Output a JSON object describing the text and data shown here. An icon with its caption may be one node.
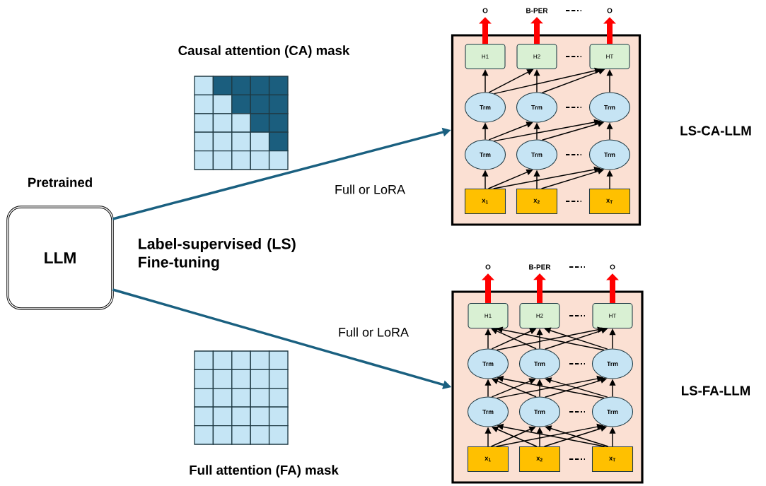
{
  "diagram": {
    "nodes": [
      {
        "text": [
          "LLM"
        ],
        "beside": [
          "Pretrained"
        ]
      },
      {
        "text": [
          "LS-CA-LLM"
        ]
      },
      {
        "text": [
          "O"
        ]
      },
      {
        "text": [
          "B-PER"
        ]
      },
      {
        "text": [
          "O"
        ]
      },
      {
        "text": [
          "H1"
        ],
        "in": 1
      },
      {
        "text": [
          "H2"
        ],
        "in": 1
      },
      {
        "text": [
          "HT"
        ],
        "in": 1
      },
      {
        "text": [
          "Trm"
        ],
        "in": 1
      },
      {
        "text": [
          "Trm"
        ],
        "in": 1
      },
      {
        "text": [
          "Trm"
        ],
        "in": 1
      },
      {
        "text": [
          "Trm"
        ],
        "in": 1
      },
      {
        "text": [
          "Trm"
        ],
        "in": 1
      },
      {
        "text": [
          "Trm"
        ],
        "in": 1
      },
      {
        "text": [
          "x$_{1}$"
        ],
        "in": 1
      },
      {
        "text": [
          "x$_{2}$"
        ],
        "in": 1
      },
      {
        "text": [
          "x$_{T}$"
        ],
        "in": 1
      },
      {
        "text": [
          "LS-FA-LLM"
        ]
      },
      {
        "text": [
          "O"
        ]
      },
      {
        "text": [
          "B-PER"
        ]
      },
      {
        "text": [
          "O"
        ]
      },
      {
        "text": [
          "H1"
        ],
        "in": 17
      },
      {
        "text": [
          "H2"
        ],
        "in": 17
      },
      {
        "text": [
          "HT"
        ],
        "in": 17
      },
      {
        "text": [
          "Trm"
        ],
        "in": 17
      },
      {
        "text": [
          "Trm"
        ],
        "in": 17
      },
      {
        "text": [
          "Trm"
        ],
        "in": 17
      },
      {
        "text": [
          "Trm"
        ],
        "in": 17
      },
      {
        "text": [
          "Trm"
        ],
        "in": 17
      },
      {
        "text": [
          "Trm"
        ],
        "in": 17
      },
      {
        "text": [
          "x$_{1}$"
        ],
        "in": 17
      },
      {
        "text": [
          "x$_{2}$"
        ],
        "in": 17
      },
      {
        "text": [
          "x$_{T}$"
        ],
        "in": 17
      }
    ],
    "edges": [
      {
        "from": 0,
        "to": 1,
        "arrow": "to",
        "label": "Full or LoRA",
        "style": "thick",
        "color": "#1a6080"
      },
      {
        "from": 0,
        "to": 17,
        "arrow": "to",
        "label": "Full or LoRA",
        "style": "thick",
        "color": "#1a6080"
      },
      {
        "from": 5,
        "to": 2,
        "arrow": "to",
        "style": "thick",
        "color": "#ff0000"
      },
      {
        "from": 6,
        "to": 3,
        "arrow": "to",
        "style": "thick",
        "color": "#ff0000"
      },
      {
        "from": 7,
        "to": 4,
        "arrow": "to",
        "style": "thick",
        "color": "#ff0000"
      },
      {
        "from": 14,
        "to": 11,
        "arrow": "to"
      },
      {
        "from": 14,
        "to": 12,
        "arrow": "to"
      },
      {
        "from": 14,
        "to": 13,
        "arrow": "to"
      },
      {
        "from": 15,
        "to": 12,
        "arrow": "to"
      },
      {
        "from": 15,
        "to": 13,
        "arrow": "to"
      },
      {
        "from": 16,
        "to": 13,
        "arrow": "to"
      },
      {
        "from": 11,
        "to": 8,
        "arrow": "to"
      },
      {
        "from": 11,
        "to": 9,
        "arrow": "to"
      },
      {
        "from": 11,
        "to": 10,
        "arrow": "to"
      },
      {
        "from": 12,
        "to": 9,
        "arrow": "to"
      },
      {
        "from": 12,
        "to": 10,
        "arrow": "to"
      },
      {
        "from": 13,
        "to": 10,
        "arrow": "to"
      },
      {
        "from": 8,
        "to": 5,
        "arrow": "to"
      },
      {
        "from": 8,
        "to": 6,
        "arrow": "to"
      },
      {
        "from": 8,
        "to": 7,
        "arrow": "to"
      },
      {
        "from": 9,
        "to": 6,
        "arrow": "to"
      },
      {
        "from": 9,
        "to": 7,
        "arrow": "to"
      },
      {
        "from": 10,
        "to": 7,
        "arrow": "to"
      },
      {
        "from": 21,
        "to": 18,
        "arrow": "to",
        "style": "thick",
        "color": "#ff0000"
      },
      {
        "from": 22,
        "to": 19,
        "arrow": "to",
        "style": "thick",
        "color": "#ff0000"
      },
      {
        "from": 23,
        "to": 20,
        "arrow": "to",
        "style": "thick",
        "color": "#ff0000"
      },
      {
        "from": 30,
        "to": 27,
        "arrow": "to"
      },
      {
        "from": 30,
        "to": 28,
        "arrow": "to"
      },
      {
        "from": 30,
        "to": 29,
        "arrow": "to"
      },
      {
        "from": 31,
        "to": 27,
        "arrow": "to"
      },
      {
        "from": 31,
        "to": 28,
        "arrow": "to"
      },
      {
        "from": 31,
        "to": 29,
        "arrow": "to"
      },
      {
        "from": 32,
        "to": 27,
        "arrow": "to"
      },
      {
        "from": 32,
        "to": 28,
        "arrow": "to"
      },
      {
        "from": 32,
        "to": 29,
        "arrow": "to"
      },
      {
        "from": 27,
        "to": 24,
        "arrow": "to"
      },
      {
        "from": 27,
        "to": 25,
        "arrow": "to"
      },
      {
        "from": 27,
        "to": 26,
        "arrow": "to"
      },
      {
        "from": 28,
        "to": 24,
        "arrow": "to"
      },
      {
        "from": 28,
        "to": 25,
        "arrow": "to"
      },
      {
        "from": 28,
        "to": 26,
        "arrow": "to"
      },
      {
        "from": 29,
        "to": 24,
        "arrow": "to"
      },
      {
        "from": 29,
        "to": 25,
        "arrow": "to"
      },
      {
        "from": 29,
        "to": 26,
        "arrow": "to"
      },
      {
        "from": 24,
        "to": 21,
        "arrow": "to"
      },
      {
        "from": 24,
        "to": 22,
        "arrow": "to"
      },
      {
        "from": 24,
        "to": 23,
        "arrow": "to"
      },
      {
        "from": 25,
        "to": 21,
        "arrow": "to"
      },
      {
        "from": 25,
        "to": 22,
        "arrow": "to"
      },
      {
        "from": 25,
        "to": 23,
        "arrow": "to"
      },
      {
        "from": 26,
        "to": 21,
        "arrow": "to"
      },
      {
        "from": 26,
        "to": 22,
        "arrow": "to"
      },
      {
        "from": 26,
        "to": 23,
        "arrow": "to"
      }
    ],
    "labels": [
      "Causal attention (CA) mask",
      "Label-supervised (LS) Fine-tuning",
      "Full attention (FA) mask"
    ]
  }
}
